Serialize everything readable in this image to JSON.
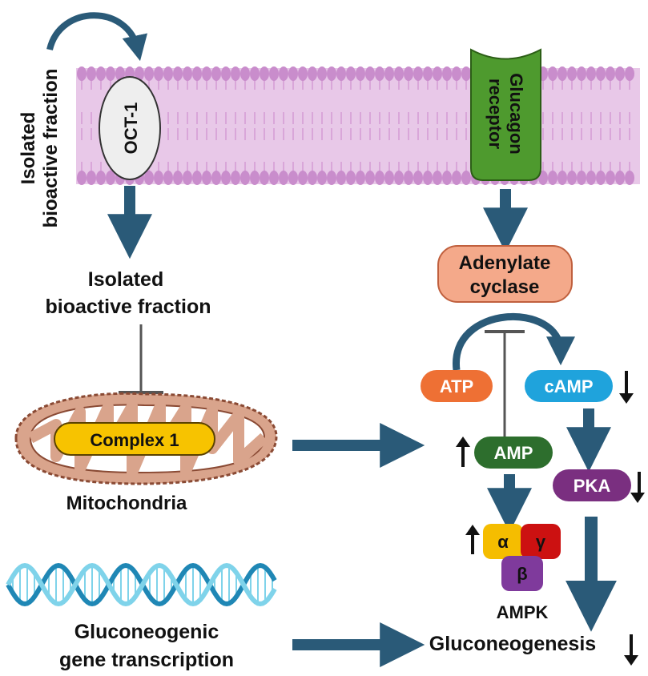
{
  "labels": {
    "side_fraction_line1": "Isolated",
    "side_fraction_line2": "bioactive fraction",
    "oct1": "OCT-1",
    "glucagon_receptor_line1": "Glucagon",
    "glucagon_receptor_line2": "receptor",
    "fraction_line1": "Isolated",
    "fraction_line2": "bioactive fraction",
    "adenylate_line1": "Adenylate",
    "adenylate_line2": "cyclase",
    "atp": "ATP",
    "camp": "cAMP",
    "amp": "AMP",
    "pka": "PKA",
    "complex1": "Complex 1",
    "mitochondria": "Mitochondria",
    "alpha": "α",
    "gamma": "γ",
    "beta": "β",
    "ampk": "AMPK",
    "transcription_line1": "Gluconeogenic",
    "transcription_line2": "gene transcription",
    "gluconeogenesis": "Gluconeogenesis"
  },
  "colors": {
    "arrow": "#2a5a78",
    "membrane": "#d9a6d9",
    "membrane_head": "#c98dcc",
    "oct1_fill": "#eeeeee",
    "receptor_fill": "#4e9a2e",
    "adenylate_fill": "#f4a98a",
    "atp_fill": "#ee7034",
    "camp_fill": "#1fa3dc",
    "amp_fill": "#2d6e2d",
    "pka_fill": "#7a2f80",
    "alpha_fill": "#f5bd00",
    "gamma_fill": "#cc1111",
    "beta_fill": "#7f3a9c",
    "complex1_fill": "#f7c300",
    "mito_fill": "#d9a48c",
    "dna_dark": "#1f87b5",
    "dna_light": "#7fd3ea"
  },
  "indicators": {
    "camp": "down",
    "pka": "down",
    "amp": "up",
    "ampk": "up",
    "gluconeogenesis": "down"
  }
}
